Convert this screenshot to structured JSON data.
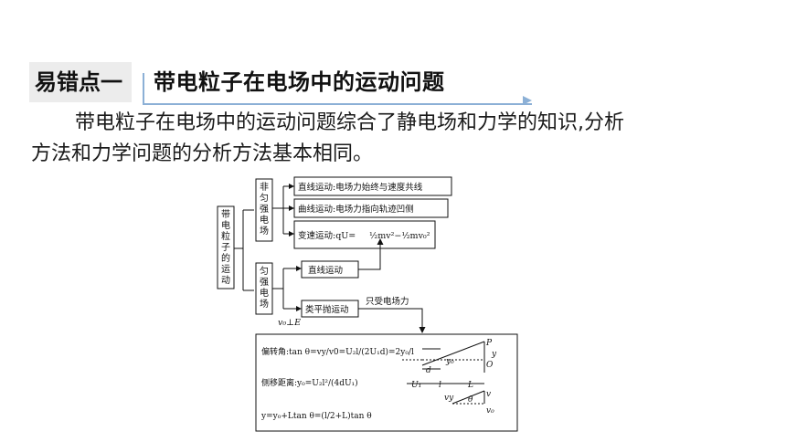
{
  "header": {
    "tag": "易错点一",
    "title": "带电粒子在电场中的运动问题"
  },
  "paragraph": {
    "line1": "带电粒子在电场中的运动问题综合了静电场和力学的知识,分析",
    "line2": "方法和力学问题的分析方法基本相同。"
  },
  "diagram": {
    "root_chars": [
      "带",
      "电",
      "粒",
      "子",
      "的",
      "运",
      "动"
    ],
    "nonuniform_chars": [
      "非",
      "匀",
      "强",
      "电",
      "场"
    ],
    "uniform_chars": [
      "匀",
      "强",
      "电",
      "场"
    ],
    "box_straight": "直线运动:电场力始终与速度共线",
    "box_curve": "曲线运动:电场力指向轨迹凹侧",
    "box_variable_prefix": "变速运动:qU=",
    "box_variable_formula": "½mv²−½mv₀²",
    "uniform_straight": "直线运动",
    "uniform_projectile": "类平抛运动",
    "only_field_force": "只受电场力",
    "v0_perp_e": "v₀⊥E",
    "formula_deflection_angle": "偏转角:tan θ=vy/v0=U₂l/(2U₁d)=2y₀/l",
    "formula_offset": "侧移距离:y₀=U₂l²/(4dU₁)",
    "formula_total": "y=y₀+Ltan θ=(l/2+L)tan θ",
    "labels": {
      "P": "P",
      "y": "y",
      "O": "O",
      "y0": "y₀",
      "d": "d",
      "U1": "U₁",
      "l": "l",
      "L": "L",
      "vy": "vy",
      "theta": "θ",
      "v": "v",
      "v0": "v₀"
    }
  }
}
